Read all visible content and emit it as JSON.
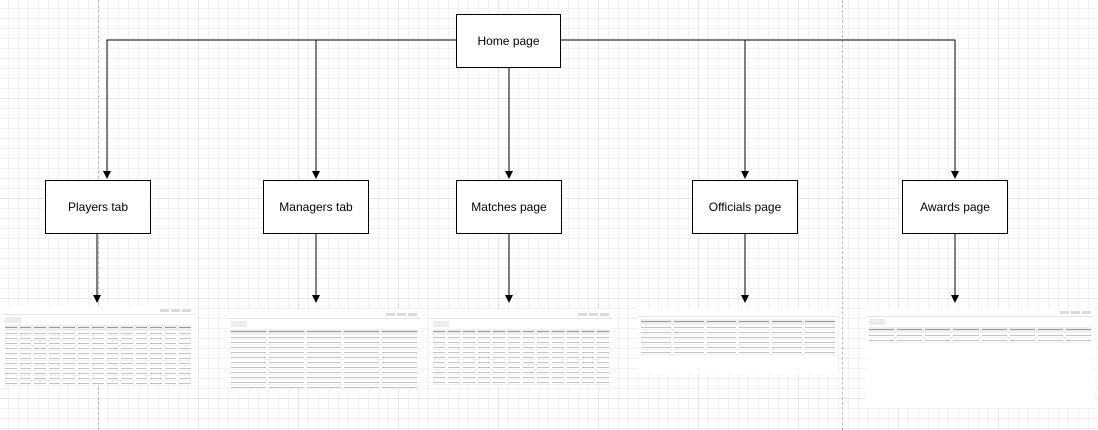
{
  "diagram": {
    "root": {
      "label": "Home page"
    },
    "children": [
      {
        "id": "players",
        "label": "Players tab"
      },
      {
        "id": "managers",
        "label": "Managers tab"
      },
      {
        "id": "matches",
        "label": "Matches page"
      },
      {
        "id": "officials",
        "label": "Officials page"
      },
      {
        "id": "awards",
        "label": "Awards page"
      }
    ]
  },
  "colors": {
    "line": "#000000",
    "box_border": "#000000",
    "box_fill": "#ffffff",
    "grid": "#e6e6e6",
    "page_guide": "#bdbdbd"
  }
}
